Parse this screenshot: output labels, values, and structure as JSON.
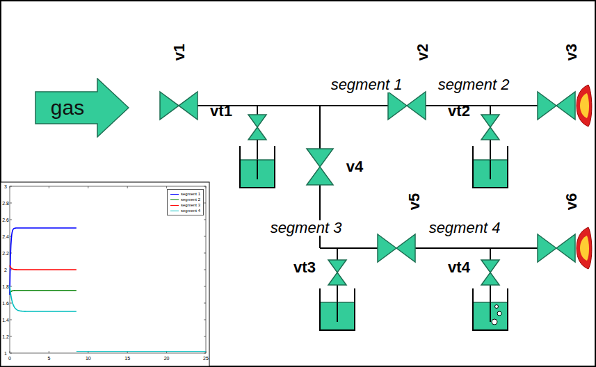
{
  "diagram": {
    "nodes": [
      {
        "text": [
          "gas"
        ]
      }
    ],
    "labels": [
      "v1",
      "segment 1",
      "v2",
      "segment 2",
      "v3",
      "vt1",
      "vt2",
      "v4",
      "segment 3",
      "v5",
      "segment 4",
      "v6",
      "vt3",
      "vt4",
      "3",
      "2.8",
      "2.6",
      "2.4",
      "2.2",
      "2",
      "1.8",
      "1.6",
      "1.4",
      "1.2",
      "1",
      "0",
      "5",
      "10",
      "15",
      "20",
      "25"
    ],
    "legend": [
      {
        "text": "segment 1"
      },
      {
        "text": "segment 2"
      },
      {
        "text": "segment 3"
      },
      {
        "text": "segment 4"
      }
    ]
  }
}
